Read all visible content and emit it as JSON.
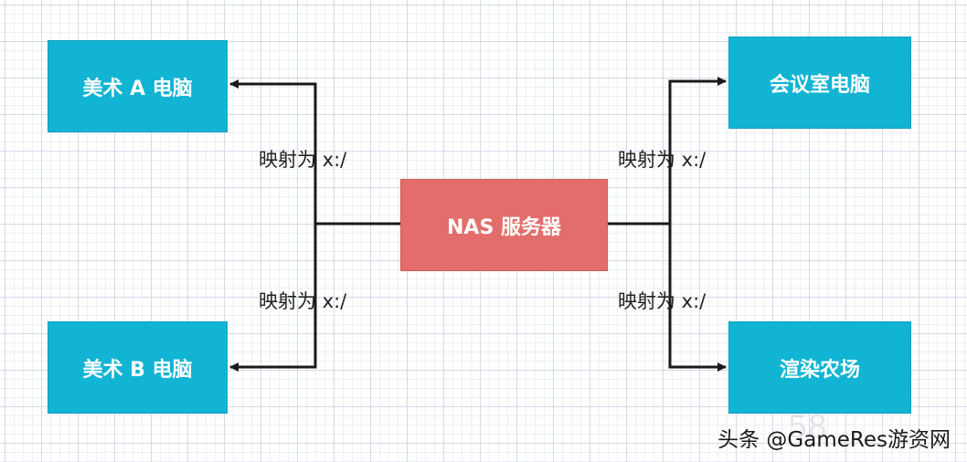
{
  "nodes": {
    "art_a": "美术 A 电脑",
    "art_b": "美术 B 电脑",
    "meeting_room": "会议室电脑",
    "render_farm": "渲染农场",
    "nas": "NAS 服务器"
  },
  "edge_labels": {
    "to_art_a": "映射为 x:/",
    "to_art_b": "映射为 x:/",
    "to_meeting_room": "映射为 x:/",
    "to_render_farm": "映射为 x:/"
  },
  "colors": {
    "client_node": "#12b4d4",
    "server_node": "#e36d6a",
    "edge": "#1a1a1a"
  },
  "watermark": "头条 @GameRes游资网",
  "watermark_faint": "58",
  "icons": {
    "arrowhead": "arrow-right-filled"
  }
}
